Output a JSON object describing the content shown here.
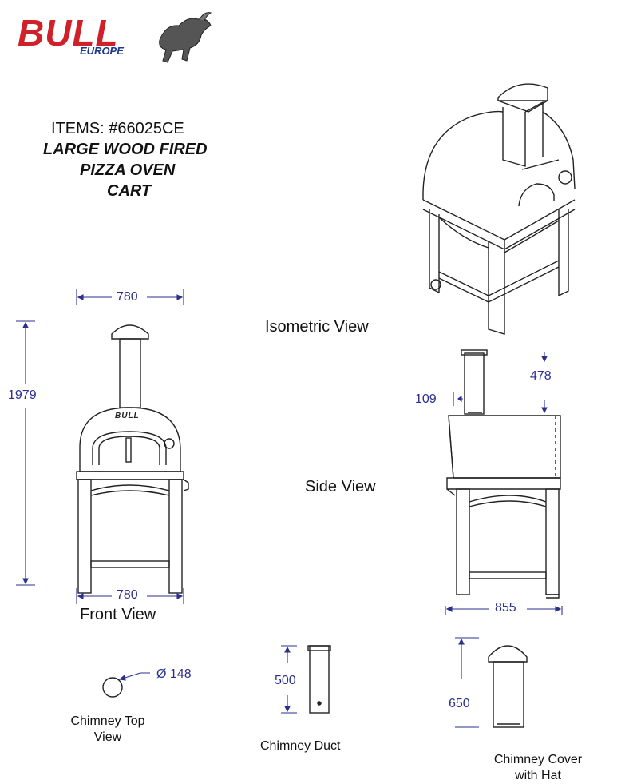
{
  "brand": {
    "name": "BULL",
    "region": "EUROPE",
    "colors": {
      "red": "#d0202a",
      "blue": "#1e3a8a"
    }
  },
  "header": {
    "items_line": "ITEMS: #66025CE",
    "title_line1": "LARGE WOOD FIRED",
    "title_line2": "PIZZA OVEN",
    "title_line3": "CART"
  },
  "views": {
    "isometric": "Isometric View",
    "side": "Side View",
    "front": "Front View",
    "chimney_top": [
      "Chimney Top",
      "View"
    ],
    "chimney_duct": "Chimney Duct",
    "chimney_cover": [
      "Chimney Cover",
      "with Hat"
    ]
  },
  "dimensions": {
    "front_top_width": "780",
    "front_bottom_width": "780",
    "front_height": "1979",
    "side_chimney_offset": "109",
    "side_chimney_height": "478",
    "side_depth": "855",
    "chimney_diameter": "Ø 148",
    "duct_length": "500",
    "cover_height": "650"
  },
  "front_badge": "BULL"
}
